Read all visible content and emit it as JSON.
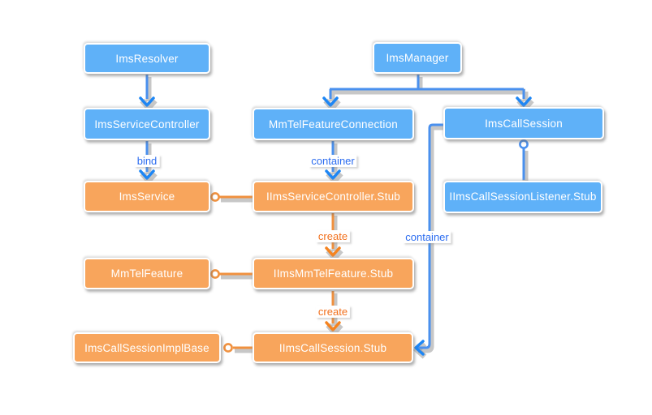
{
  "diagram": {
    "nodes": [
      {
        "id": "ims-resolver",
        "label": "ImsResolver",
        "type": "blue"
      },
      {
        "id": "ims-manager",
        "label": "ImsManager",
        "type": "blue"
      },
      {
        "id": "ims-service-controller",
        "label": "ImsServiceController",
        "type": "blue"
      },
      {
        "id": "mmtel-feature-connection",
        "label": "MmTelFeatureConnection",
        "type": "blue"
      },
      {
        "id": "ims-call-session",
        "label": "ImsCallSession",
        "type": "blue"
      },
      {
        "id": "ims-service",
        "label": "ImsService",
        "type": "orange"
      },
      {
        "id": "iims-service-controller-stub",
        "label": "IImsServiceController.Stub",
        "type": "orange"
      },
      {
        "id": "iims-call-session-listener-stub",
        "label": "IImsCallSessionListener.Stub",
        "type": "blue"
      },
      {
        "id": "mmtel-feature",
        "label": "MmTelFeature",
        "type": "orange"
      },
      {
        "id": "iims-mmtel-feature-stub",
        "label": "IImsMmTelFeature.Stub",
        "type": "orange"
      },
      {
        "id": "ims-call-session-impl-base",
        "label": "ImsCallSessionImplBase",
        "type": "orange"
      },
      {
        "id": "iims-call-session-stub",
        "label": "IImsCallSession.Stub",
        "type": "orange"
      }
    ],
    "edge_labels": {
      "bind": "bind",
      "container_mid": "container",
      "container_right": "container",
      "create_top": "create",
      "create_bottom": "create"
    },
    "colors": {
      "node_blue": "#5fb1f8",
      "node_orange": "#f8a55c",
      "edge_blue": "#4a90ee",
      "edge_orange": "#f0913f",
      "arrow_blue": "#1d86f5",
      "arrow_orange": "#f5831f",
      "label_blue": "#2b6cf0",
      "label_orange": "#f2701d",
      "shadow_gray": "#8f8f8f",
      "background": "#ffffff"
    }
  }
}
